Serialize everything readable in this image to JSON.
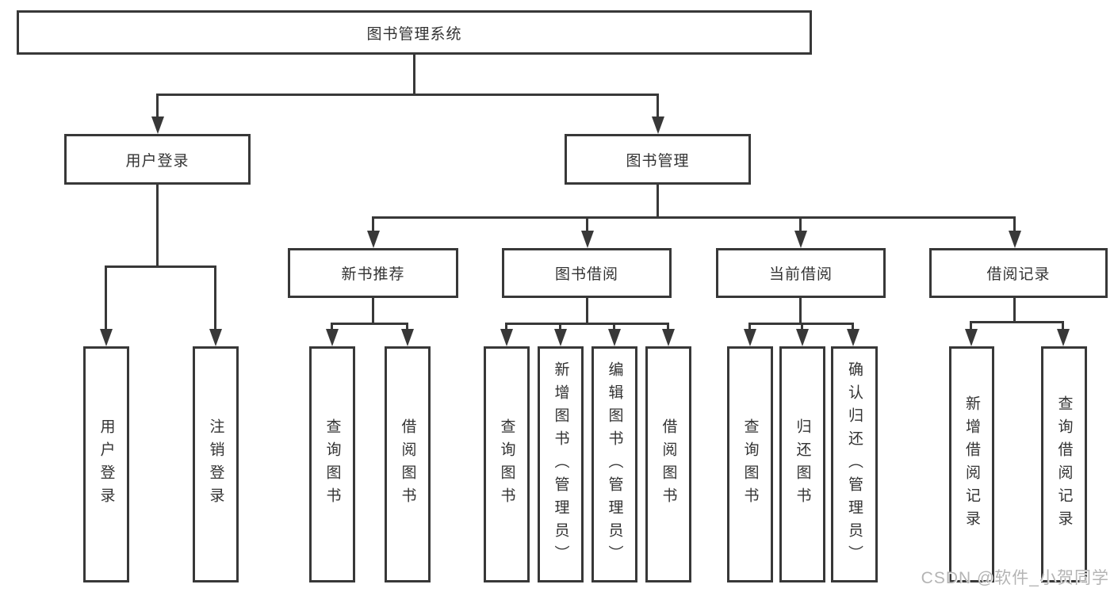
{
  "diagram_type": "function-structure-tree",
  "tree": {
    "label": "图书管理系统",
    "children": [
      {
        "label": "用户登录",
        "children": [
          {
            "label": "用户登录"
          },
          {
            "label": "注销登录"
          }
        ]
      },
      {
        "label": "图书管理",
        "children": [
          {
            "label": "新书推荐",
            "children": [
              {
                "label": "查询图书"
              },
              {
                "label": "借阅图书"
              }
            ]
          },
          {
            "label": "图书借阅",
            "children": [
              {
                "label": "查询图书"
              },
              {
                "label": "新增图书（管理员）"
              },
              {
                "label": "编辑图书（管理员）"
              },
              {
                "label": "借阅图书"
              }
            ]
          },
          {
            "label": "当前借阅",
            "children": [
              {
                "label": "查询图书"
              },
              {
                "label": "归还图书"
              },
              {
                "label": "确认归还（管理员）"
              }
            ]
          },
          {
            "label": "借阅记录",
            "children": [
              {
                "label": "新增借阅记录"
              },
              {
                "label": "查询借阅记录"
              }
            ]
          }
        ]
      }
    ]
  },
  "watermark": "CSDN @软件_小贺同学",
  "colors": {
    "line": "#383838",
    "box_border": "#383838",
    "text": "#333333",
    "background": "#ffffff",
    "watermark": "#b4b4b4"
  }
}
